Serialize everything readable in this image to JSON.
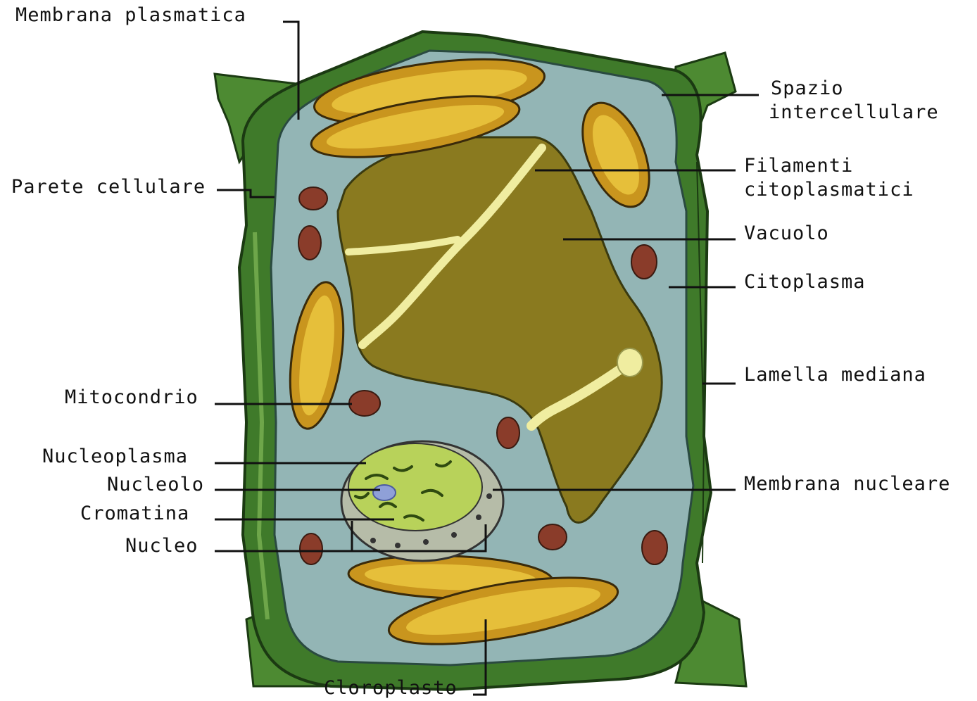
{
  "colors": {
    "cell_wall": "#3f7a2a",
    "cell_wall_light": "#5e9b3e",
    "wall_outline": "#1b3a12",
    "cytoplasm": "#93b5b5",
    "vacuole": "#8a7a1f",
    "filament": "#f0eda0",
    "chloroplast_outer": "#c9951e",
    "chloroplast_inner": "#e6bf3a",
    "mitochondrion": "#8a3c2a",
    "nucleoplasm": "#b8d25a",
    "nucleus_rim": "#b6bca8",
    "nucleolus": "#8fa0d8",
    "leader_line": "#111111"
  },
  "labels": {
    "membrana_plasmatica": "Membrana plasmatica",
    "parete_cellulare": "Parete cellulare",
    "mitocondrio": "Mitocondrio",
    "nucleoplasma": "Nucleoplasma",
    "nucleolo": "Nucleolo",
    "cromatina": "Cromatina",
    "nucleo": "Nucleo",
    "cloroplasto": "Cloroplasto",
    "spazio_1": "Spazio",
    "spazio_2": "intercellulare",
    "filamenti_1": "Filamenti",
    "filamenti_2": "citoplasmatici",
    "vacuolo": "Vacuolo",
    "citoplasma": "Citoplasma",
    "lamella_mediana": "Lamella mediana",
    "membrana_nucleare": "Membrana nucleare"
  }
}
